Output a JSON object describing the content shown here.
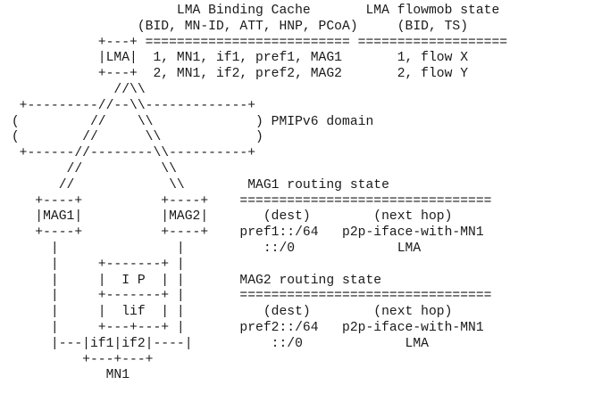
{
  "diagram": {
    "lines": [
      "                      LMA Binding Cache       LMA flowmob state",
      "                 (BID, MN-ID, ATT, HNP, PCoA)     (BID, TS)",
      "            +---+ ========================== ===================",
      "            |LMA|  1, MN1, if1, pref1, MAG1       1, flow X",
      "            +---+  2, MN1, if2, pref2, MAG2       2, flow Y",
      "              //\\\\",
      "  +---------//--\\\\-------------+",
      " (         //    \\\\             ) PMIPv6 domain",
      " (        //      \\\\            )",
      "  +------//--------\\\\----------+",
      "        //          \\\\",
      "       //            \\\\        MAG1 routing state",
      "    +----+          +----+    ================================",
      "    |MAG1|          |MAG2|       (dest)        (next hop)",
      "    +----+          +----+    pref1::/64   p2p-iface-with-MN1",
      "      |               |          ::/0             LMA",
      "      |     +-------+ |",
      "      |     |  I P  | |       MAG2 routing state",
      "      |     +-------+ |       ================================",
      "      |     |  lif  | |          (dest)        (next hop)",
      "      |     +---+---+ |       pref2::/64   p2p-iface-with-MN1",
      "      |---|if1|if2|----|          ::/0             LMA",
      "          +---+---+",
      "             MN1"
    ]
  }
}
